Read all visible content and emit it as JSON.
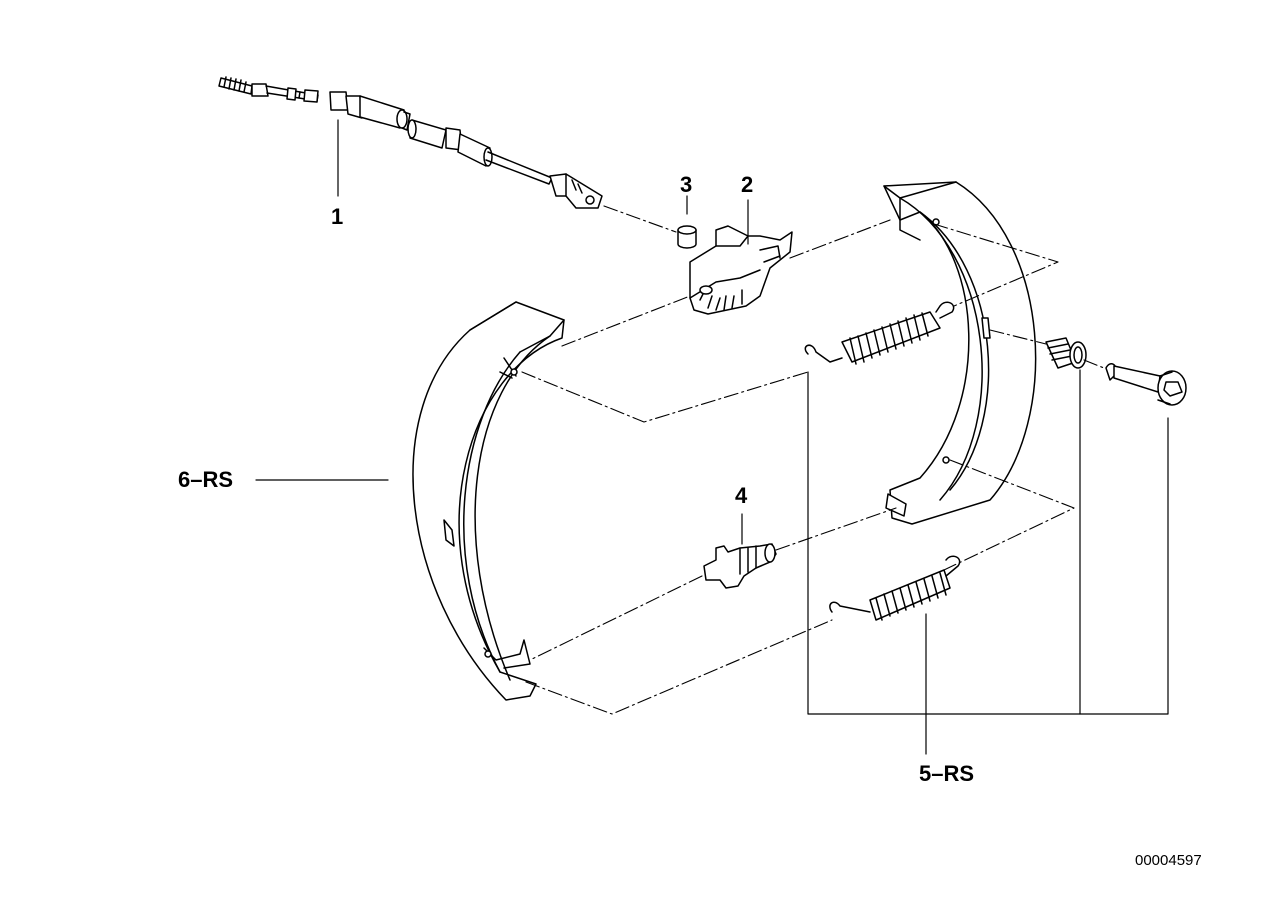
{
  "callouts": {
    "part_1": "1",
    "part_2": "2",
    "part_3": "3",
    "part_4": "4",
    "part_5": "5–RS",
    "part_6": "6–RS"
  },
  "diagram_number": "00004597",
  "colors": {
    "stroke": "#000000",
    "fill": "#ffffff"
  }
}
